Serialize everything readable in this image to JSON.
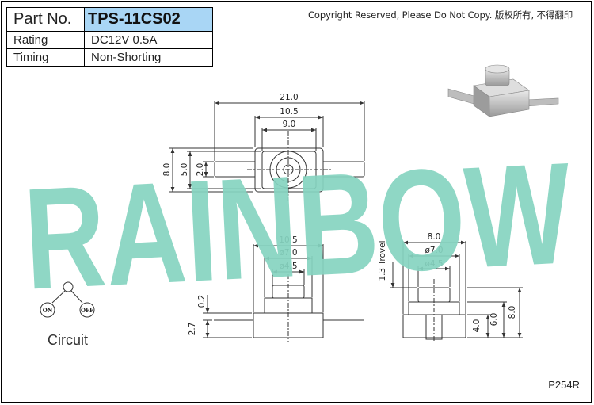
{
  "spec_table": {
    "part_no_label": "Part No.",
    "part_no_value": "TPS-11CS02",
    "rating_label": "Rating",
    "rating_value": "DC12V 0.5A",
    "timing_label": "Timing",
    "timing_value": "Non-Shorting"
  },
  "copyright_notice": "Copyright Reserved, Please Do Not Copy. 版权所有, 不得翻印",
  "watermark": "RAINBOW",
  "drawing_code": "P254R",
  "top_view": {
    "dim_overall_length": "21.0",
    "dim_body_width": "10.5",
    "dim_body_inner": "9.0",
    "dim_height_total": "8.0",
    "dim_height_inner": "5.0",
    "dim_lead_width": "2.0"
  },
  "front_view": {
    "dim_body_width": "10.5",
    "dim_cap_dia": "ø7.0",
    "dim_button_dia": "ø4.5",
    "dim_gap": "0.2",
    "dim_base": "2.7"
  },
  "side_view": {
    "dim_body_width": "8.0",
    "dim_cap_dia": "ø7.0",
    "dim_button_dia": "ø4.5",
    "dim_travel": "1.3 Trovel",
    "dim_lead_height": "4.0",
    "dim_mid_height": "6.0",
    "dim_total_height": "8.0"
  },
  "circuit": {
    "label": "Circuit",
    "on_label": "ON",
    "off_label": "OFF"
  },
  "colors": {
    "watermark": "#86d4c0",
    "part_no_highlight": "#a9d6f5",
    "line": "#333333"
  }
}
